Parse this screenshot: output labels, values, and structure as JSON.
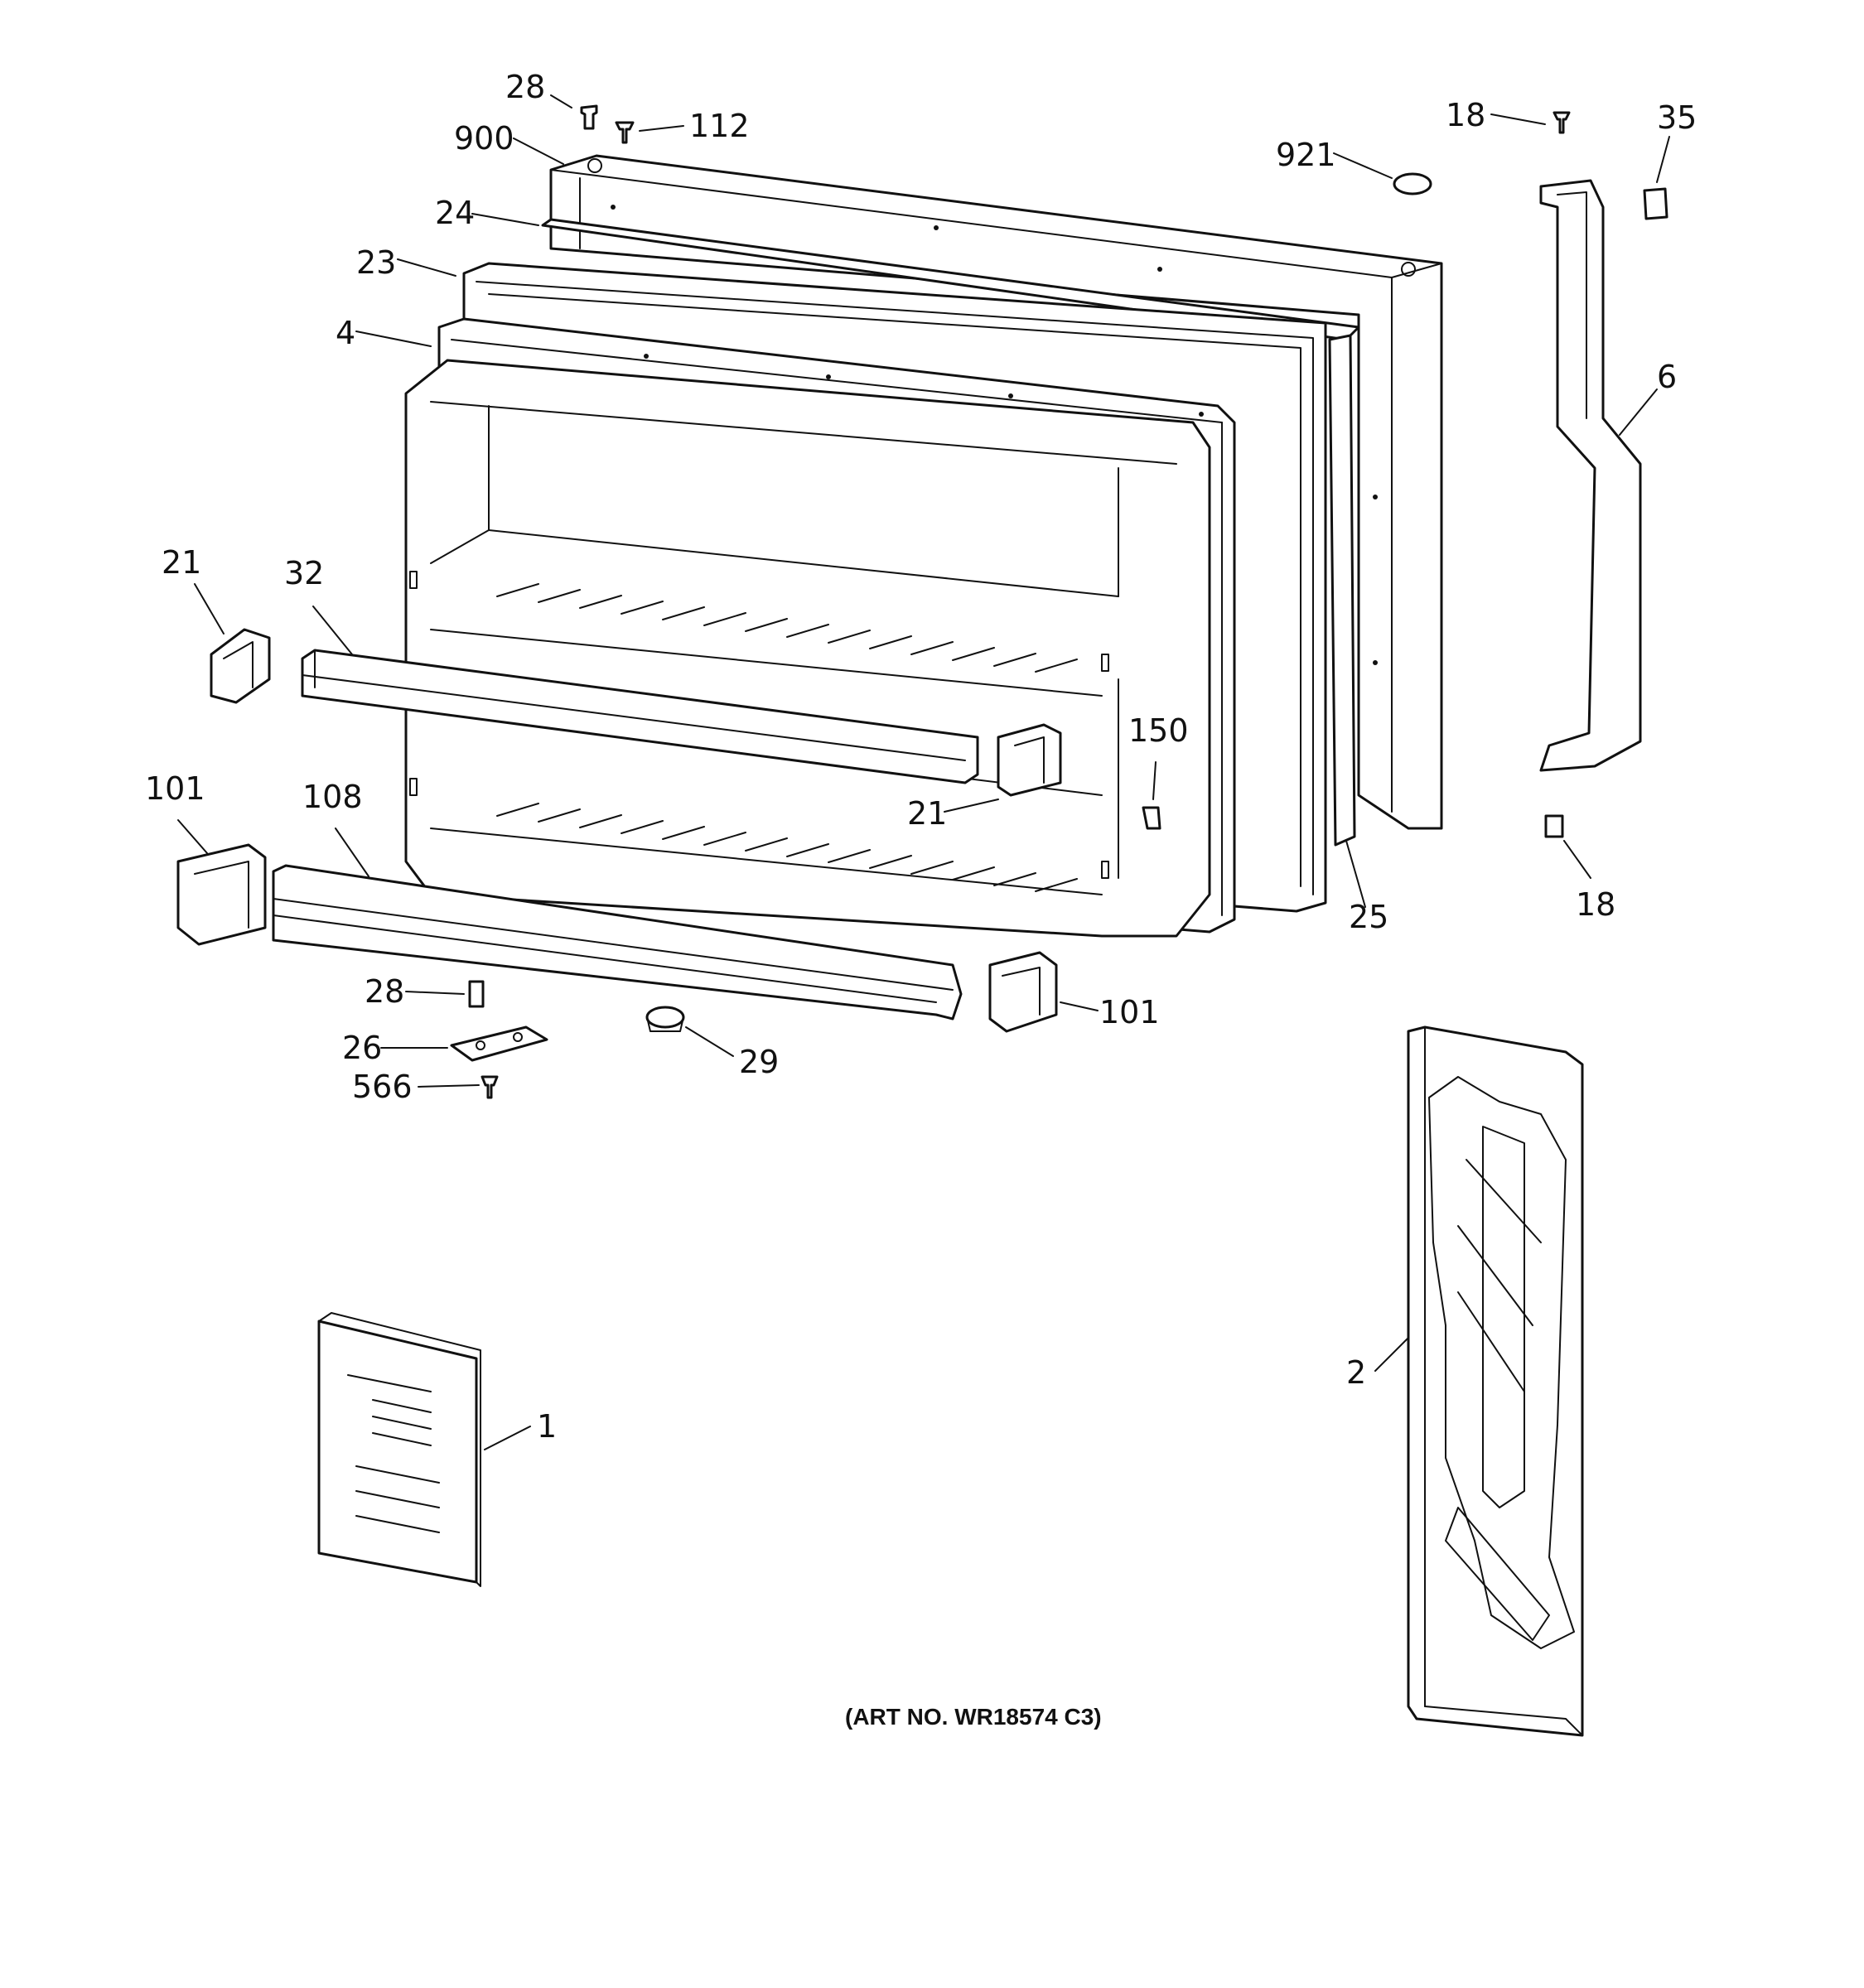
{
  "callouts": [
    {
      "id": "c28a",
      "label": "28"
    },
    {
      "id": "c112",
      "label": "112"
    },
    {
      "id": "c900",
      "label": "900"
    },
    {
      "id": "c24",
      "label": "24"
    },
    {
      "id": "c23",
      "label": "23"
    },
    {
      "id": "c4",
      "label": "4"
    },
    {
      "id": "c921",
      "label": "921"
    },
    {
      "id": "c18a",
      "label": "18"
    },
    {
      "id": "c35",
      "label": "35"
    },
    {
      "id": "c6",
      "label": "6"
    },
    {
      "id": "c21a",
      "label": "21"
    },
    {
      "id": "c32",
      "label": "32"
    },
    {
      "id": "c150",
      "label": "150"
    },
    {
      "id": "c21b",
      "label": "21"
    },
    {
      "id": "c101a",
      "label": "101"
    },
    {
      "id": "c108",
      "label": "108"
    },
    {
      "id": "c25",
      "label": "25"
    },
    {
      "id": "c18b",
      "label": "18"
    },
    {
      "id": "c28b",
      "label": "28"
    },
    {
      "id": "c101b",
      "label": "101"
    },
    {
      "id": "c26",
      "label": "26"
    },
    {
      "id": "c29",
      "label": "29"
    },
    {
      "id": "c566",
      "label": "566"
    },
    {
      "id": "c1",
      "label": "1"
    },
    {
      "id": "c2",
      "label": "2"
    }
  ],
  "art_number": "(ART NO. WR18574 C3)"
}
